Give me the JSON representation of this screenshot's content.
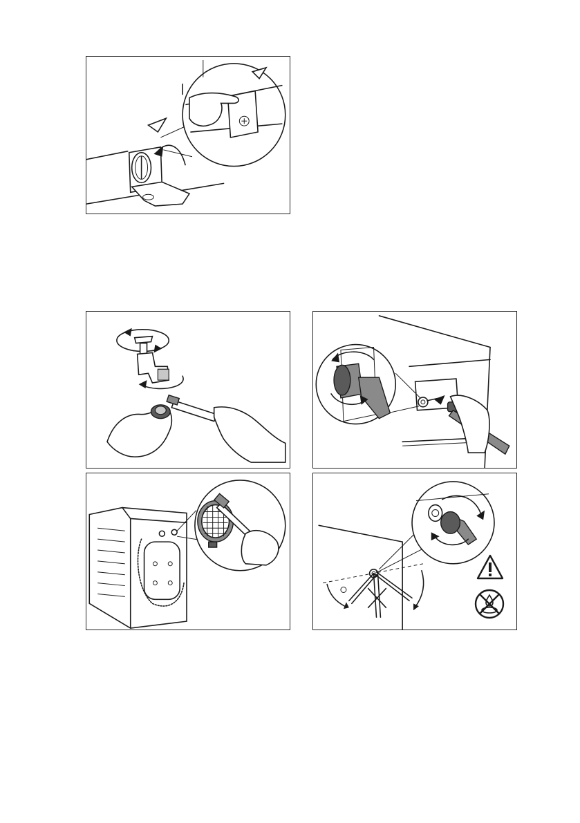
{
  "figures": [
    {
      "id": "panel-drain-filter-flap"
    },
    {
      "id": "panel-tap-filter-clean"
    },
    {
      "id": "panel-hose-connector-unscrew"
    },
    {
      "id": "panel-inlet-filter-brush"
    },
    {
      "id": "panel-hose-reconnect-angle"
    }
  ],
  "icons": [
    "warning-triangle-icon",
    "no-leak-icon"
  ]
}
